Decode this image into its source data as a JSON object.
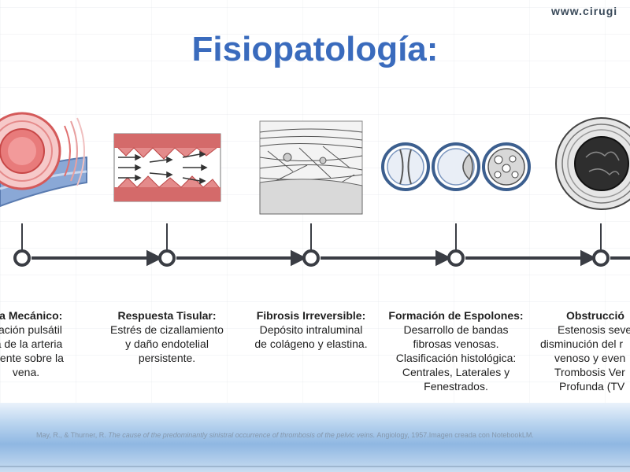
{
  "header": {
    "site": "www.cirugi",
    "title": "Fisiopatología:"
  },
  "stages": [
    {
      "title": "ma Mecánico:",
      "lines": [
        "ulación pulsátil",
        "ca de la arteria",
        "acente sobre la",
        "vena."
      ]
    },
    {
      "title": "Respuesta Tisular:",
      "lines": [
        "Estrés de cizallamiento",
        "y daño endotelial",
        "persistente."
      ]
    },
    {
      "title": "Fibrosis Irreversible:",
      "lines": [
        "Depósito intraluminal",
        "de colágeno y elastina."
      ]
    },
    {
      "title": "Formación de Espolones:",
      "lines": [
        "Desarrollo de bandas",
        "fibrosas venosas.",
        "Clasificación histológica:",
        "Centrales, Laterales y",
        "Fenestrados."
      ]
    },
    {
      "title": "Obstrucció",
      "lines": [
        "Estenosis seve",
        "disminución del r",
        "venoso y even",
        "Trombosis Ver",
        "Profunda (TV"
      ]
    }
  ],
  "citation": {
    "authors": "May, R., & Thurner, R.",
    "article": "The cause of the predominantly sinistral occurrence of thrombosis of the pelvic veins.",
    "source": "Angiology, 1957.Imagen creada con NotebookLM."
  },
  "colors": {
    "title": "#3a6bbd",
    "timeline": "#3a3d44",
    "artery_red": "#e06a6a",
    "vein_blue": "#8aa8d6"
  }
}
